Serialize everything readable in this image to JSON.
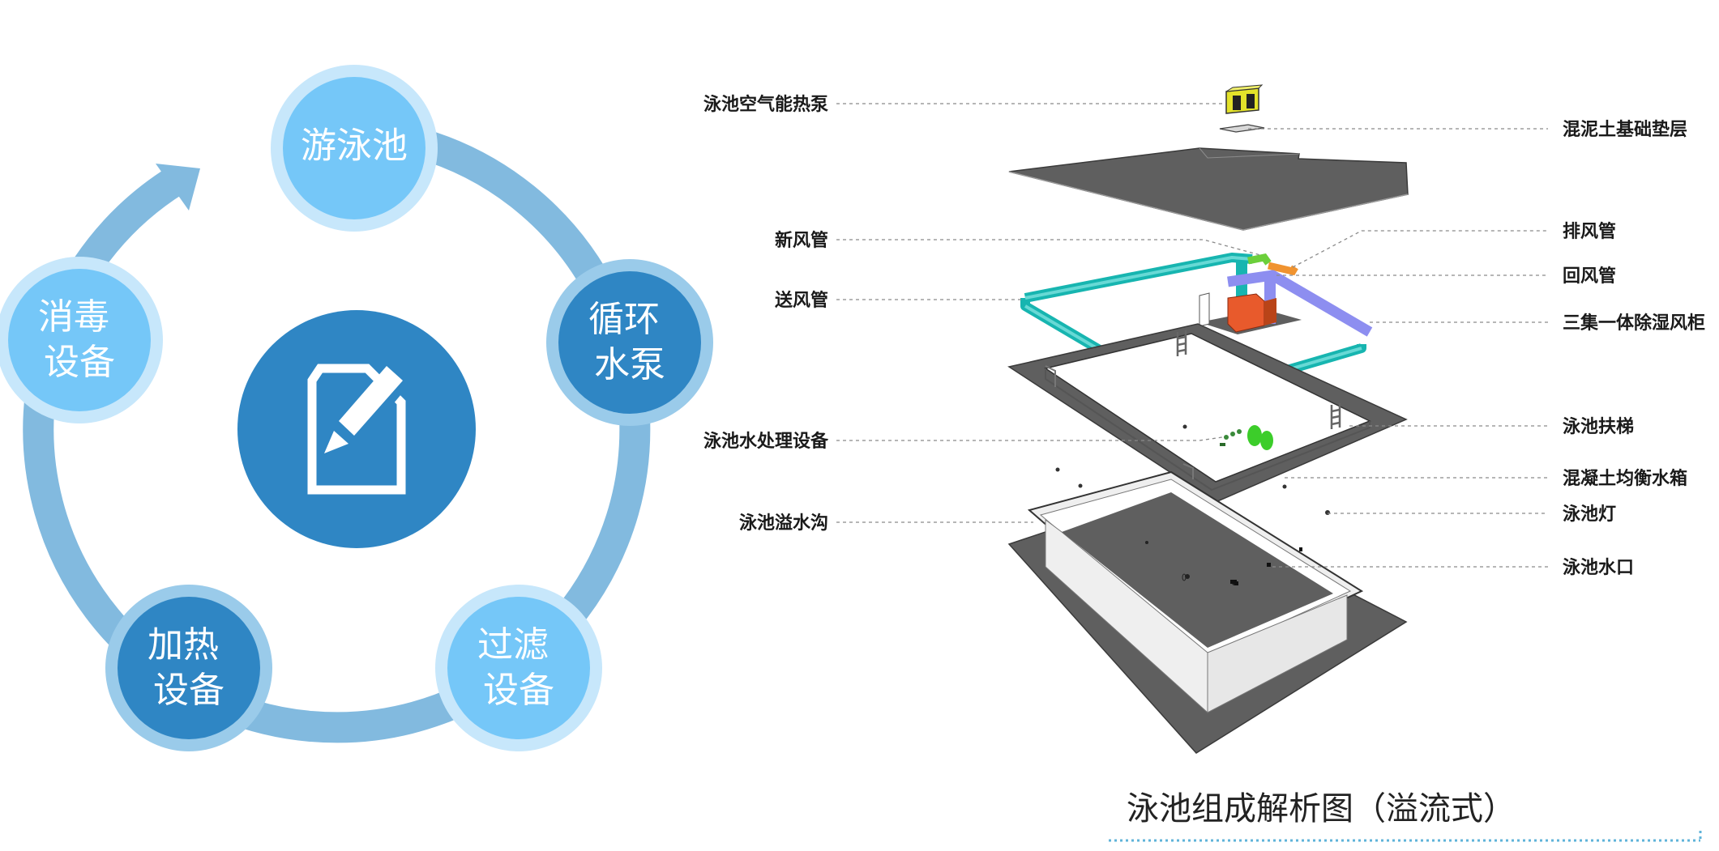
{
  "colors": {
    "ring": "#82badf",
    "node_light": "#75c7f8",
    "node_light_halo": "#c7e7fb",
    "node_dark": "#2f86c4",
    "node_dark_halo": "#9acbea",
    "center": "#2f86c4",
    "dark_gray": "#5f5f5f",
    "cyan_duct": "#17b5b0",
    "purple_duct": "#8d8ef0",
    "orange_duct": "#f0932f",
    "green_duct": "#6ccf3b",
    "unit_red": "#e85a2c",
    "heat_pump_yellow": "#e3e22a",
    "caption_underline": "#5fb3d9"
  },
  "cycle": {
    "center_icon": "edit-document-icon",
    "nodes": [
      {
        "id": "pool",
        "label": "游泳池",
        "style": "light"
      },
      {
        "id": "pump",
        "label": "循环水泵",
        "style": "dark"
      },
      {
        "id": "filter",
        "label": "过滤设备",
        "style": "light"
      },
      {
        "id": "heater",
        "label": "加热设备",
        "style": "dark"
      },
      {
        "id": "disinfect",
        "label": "消毒设备",
        "style": "light"
      }
    ]
  },
  "diagram": {
    "caption": "泳池组成解析图（溢流式）",
    "labels_left": [
      {
        "id": "heat-pump",
        "text": "泳池空气能热泵"
      },
      {
        "id": "fresh-air-duct",
        "text": "新风管"
      },
      {
        "id": "supply-air-duct",
        "text": "送风管"
      },
      {
        "id": "water-treatment",
        "text": "泳池水处理设备"
      },
      {
        "id": "overflow-gutter",
        "text": "泳池溢水沟"
      }
    ],
    "labels_right": [
      {
        "id": "concrete-base",
        "text": "混泥土基础垫层"
      },
      {
        "id": "exhaust-duct",
        "text": "排风管"
      },
      {
        "id": "return-duct",
        "text": "回风管"
      },
      {
        "id": "dehumidifier",
        "text": "三集一体除湿风柜"
      },
      {
        "id": "pool-ladder",
        "text": "泳池扶梯"
      },
      {
        "id": "balance-tank",
        "text": "混凝土均衡水箱"
      },
      {
        "id": "pool-light",
        "text": "泳池灯"
      },
      {
        "id": "pool-outlet",
        "text": "泳池水口"
      }
    ]
  }
}
